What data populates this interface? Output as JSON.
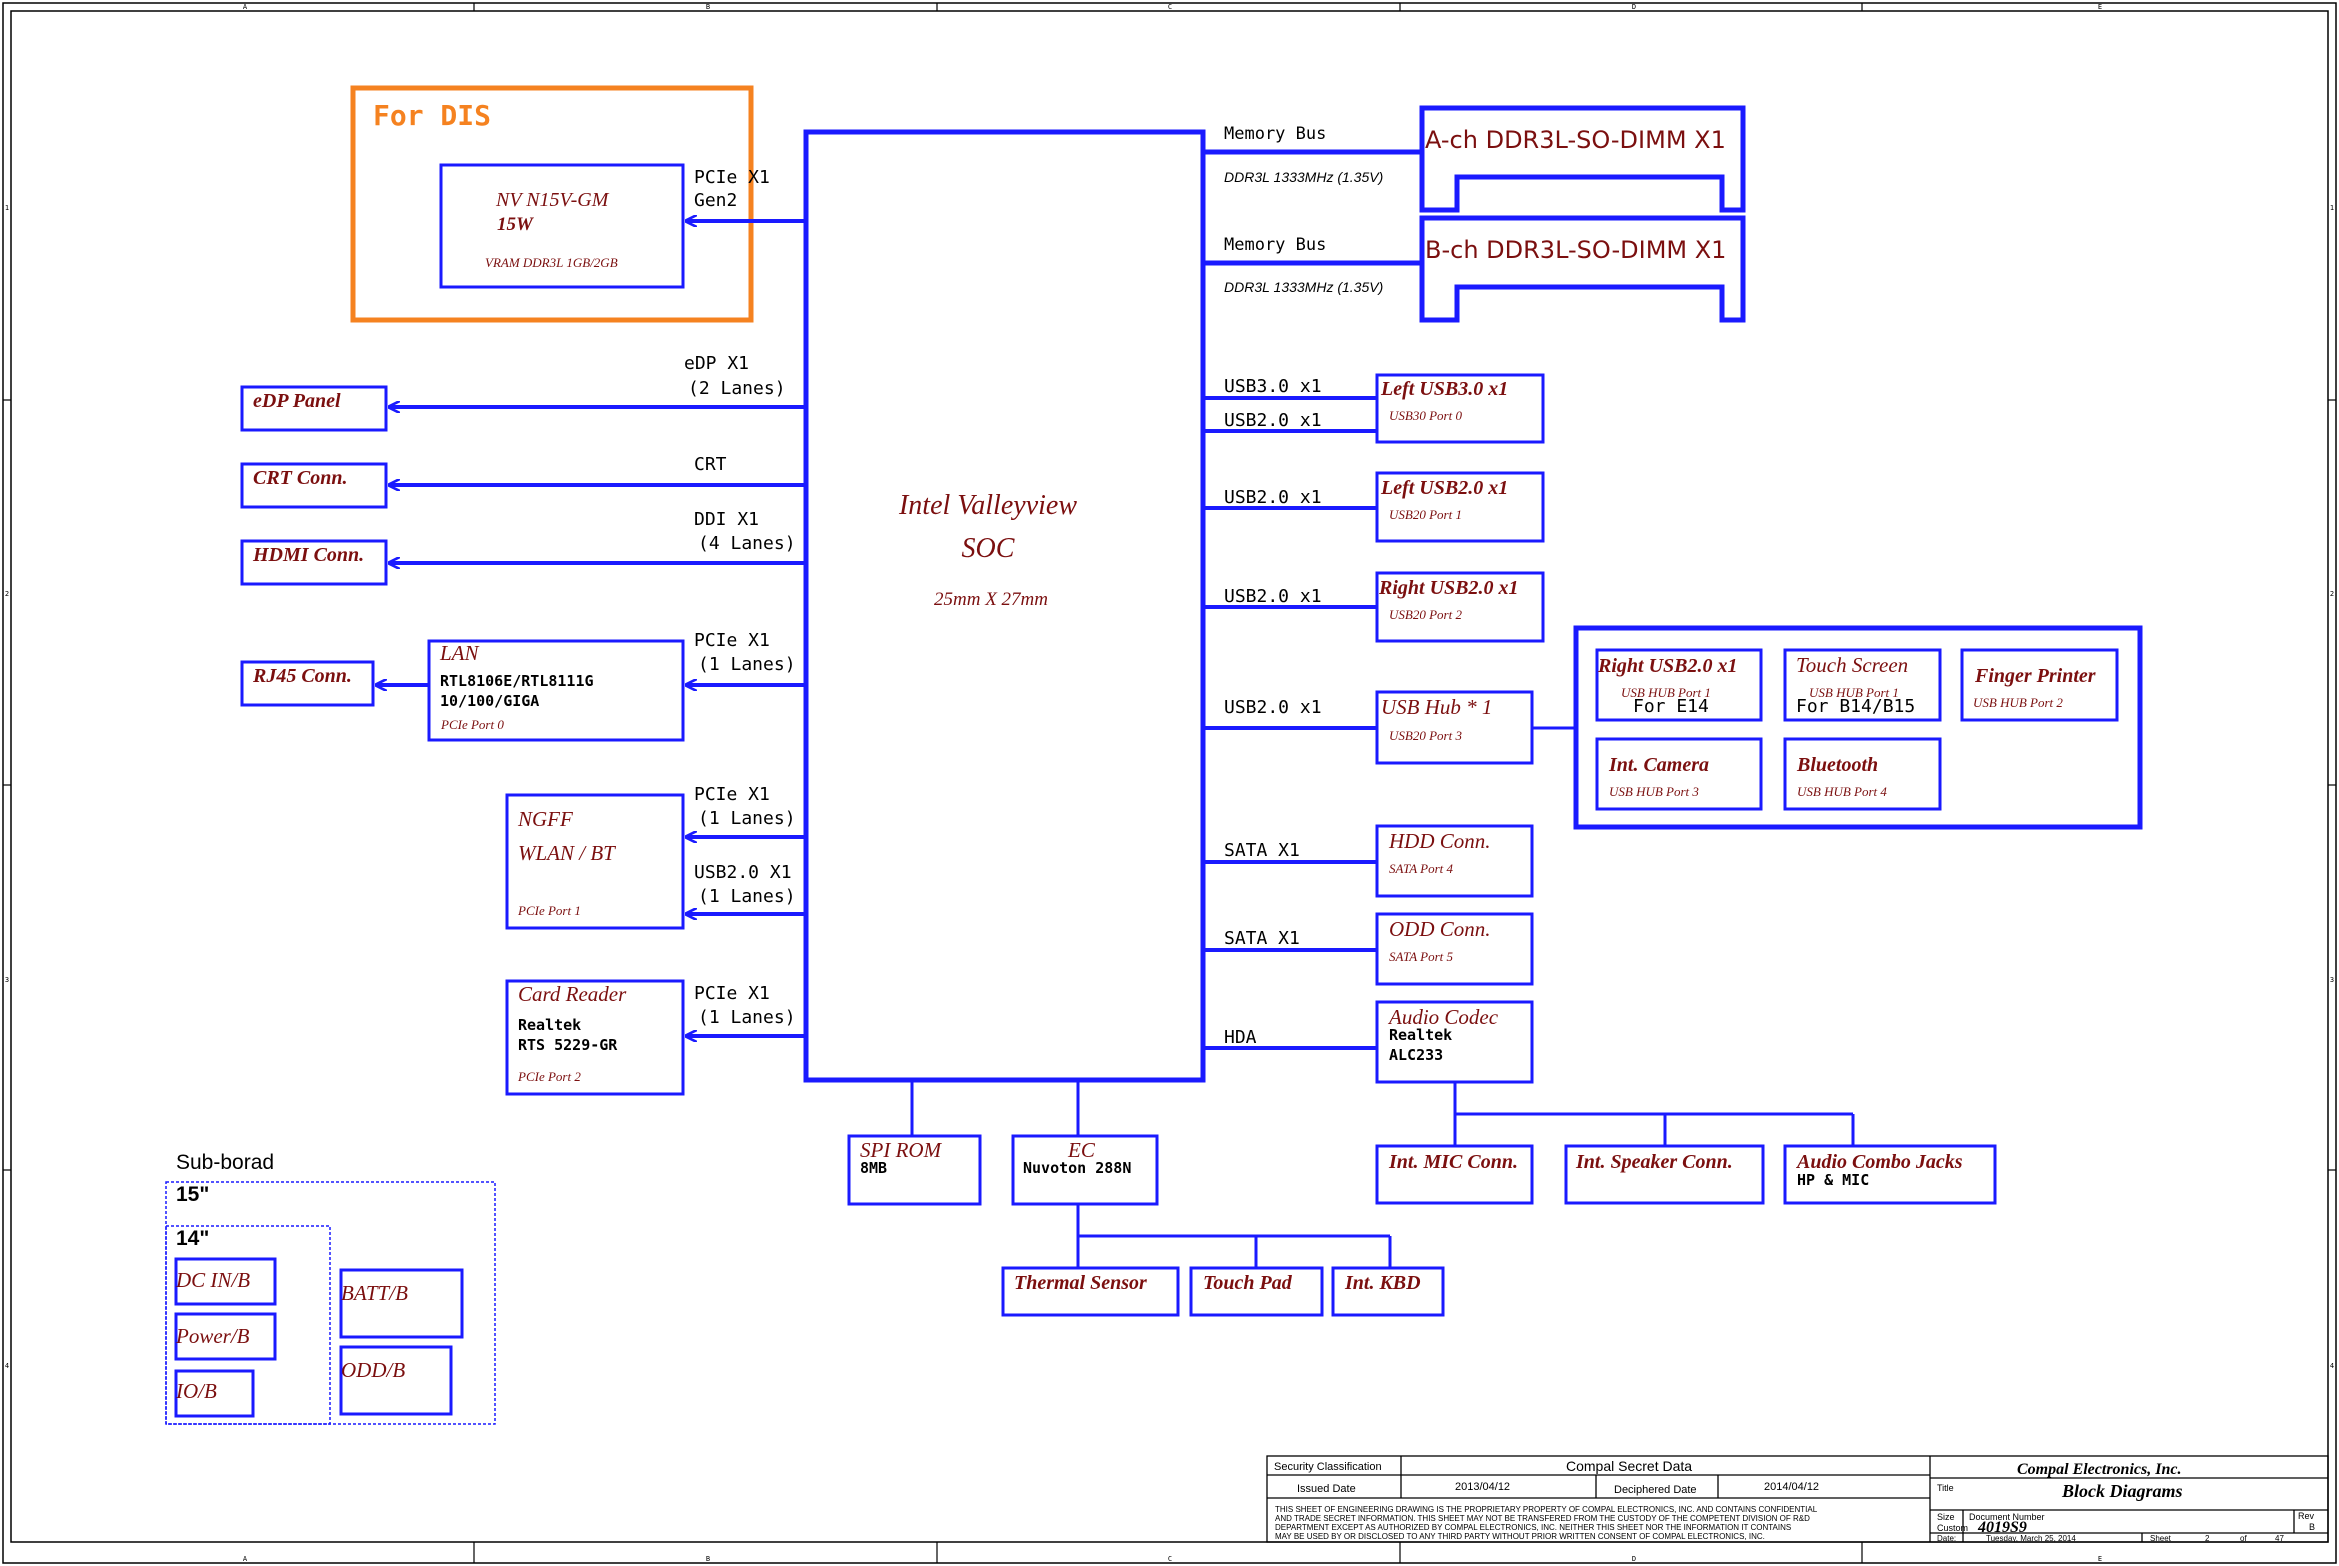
{
  "border": {
    "top_letters": [
      "A",
      "B",
      "C",
      "D",
      "E"
    ],
    "bottom_letters": [
      "A",
      "B",
      "C",
      "D",
      "E"
    ],
    "side_numbers": [
      "1",
      "2",
      "3",
      "4"
    ]
  },
  "soc": {
    "line1": "Intel Valleyview",
    "line2": "SOC",
    "size": "25mm X 27mm"
  },
  "for_dis": {
    "label": "For DIS",
    "gpu_line1": "NV N15V-GM",
    "gpu_line2": "15W",
    "vram": "VRAM DDR3L 1GB/2GB",
    "bus_line1": "PCIe X1",
    "bus_line2": "Gen2"
  },
  "memory": [
    {
      "bus": "Memory Bus",
      "speed": "DDR3L 1333MHz (1.35V)",
      "slot": "A-ch DDR3L-SO-DIMM X1"
    },
    {
      "bus": "Memory Bus",
      "speed": "DDR3L 1333MHz (1.35V)",
      "slot": "B-ch DDR3L-SO-DIMM X1"
    }
  ],
  "left_blocks": {
    "edp": {
      "box": "eDP Panel",
      "bus1": "eDP X1",
      "bus2": "(2 Lanes)"
    },
    "crt": {
      "box": "CRT Conn.",
      "bus1": "CRT"
    },
    "hdmi": {
      "box": "HDMI Conn.",
      "bus1": "DDI X1",
      "bus2": "(4 Lanes)"
    },
    "rj45": {
      "box": "RJ45 Conn."
    },
    "lan": {
      "title": "LAN",
      "chip1": "RTL8106E/RTL8111G",
      "chip2": "10/100/GIGA",
      "port": "PCIe Port 0",
      "bus1": "PCIe X1",
      "bus2": "(1 Lanes)"
    },
    "ngff": {
      "title1": "NGFF",
      "title2": "WLAN / BT",
      "port": "PCIe Port 1",
      "bus1": "PCIe X1",
      "bus2": "(1 Lanes)",
      "bus3": "USB2.0 X1",
      "bus4": "(1 Lanes)"
    },
    "card": {
      "title": "Card Reader",
      "chip1": "Realtek",
      "chip2": "RTS 5229-GR",
      "port": "PCIe Port 2",
      "bus1": "PCIe X1",
      "bus2": "(1 Lanes)"
    }
  },
  "right_blocks": {
    "usb_l3": {
      "bus1": "USB3.0 x1",
      "bus2": "USB2.0 x1",
      "title": "Left USB3.0 x1",
      "port": "USB30 Port 0"
    },
    "usb_l2": {
      "bus": "USB2.0 x1",
      "title": "Left USB2.0 x1",
      "port": "USB20 Port 1"
    },
    "usb_r2": {
      "bus": "USB2.0 x1",
      "title": "Right USB2.0 x1",
      "port": "USB20 Port 2"
    },
    "hub": {
      "bus": "USB2.0 x1",
      "title": "USB Hub * 1",
      "port": "USB20 Port 3"
    },
    "hdd": {
      "bus": "SATA X1",
      "title": "HDD Conn.",
      "port": "SATA Port 4"
    },
    "odd": {
      "bus": "SATA X1",
      "title": "ODD Conn.",
      "port": "SATA Port 5"
    },
    "audio": {
      "bus": "HDA",
      "title": "Audio Codec",
      "chip1": "Realtek",
      "chip2": "ALC233"
    }
  },
  "hub_children": {
    "right_usb": {
      "title": "Right USB2.0 x1",
      "port": "USB HUB Port 1",
      "note": "For E14"
    },
    "touch": {
      "title": "Touch Screen",
      "port": "USB HUB Port 1",
      "note": "For B14/B15"
    },
    "finger": {
      "title": "Finger Printer",
      "port": "USB HUB Port 2"
    },
    "camera": {
      "title": "Int. Camera",
      "port": "USB HUB Port 3"
    },
    "bt": {
      "title": "Bluetooth",
      "port": "USB HUB Port 4"
    }
  },
  "audio_children": {
    "mic": "Int. MIC Conn.",
    "spk": "Int. Speaker Conn.",
    "jack": "Audio Combo Jacks",
    "jack_sub": "HP & MIC"
  },
  "bottom": {
    "spi": {
      "title": "SPI ROM",
      "sub": "8MB"
    },
    "ec": {
      "title": "EC",
      "sub": "Nuvoton 288N"
    },
    "thermal": "Thermal Sensor",
    "touchpad": "Touch Pad",
    "kbd": "Int. KBD"
  },
  "subboard": {
    "title": "Sub-borad",
    "label15": "15\"",
    "label14": "14\"",
    "dcin": "DC IN/B",
    "power": "Power/B",
    "io": "IO/B",
    "batt": "BATT/B",
    "odd": "ODD/B"
  },
  "titleblock": {
    "security": "Security Classification",
    "secret": "Compal Secret Data",
    "issued": "Issued Date",
    "issued_val": "2013/04/12",
    "deciphered": "Deciphered Date",
    "deciphered_val": "2014/04/12",
    "company": "Compal Electronics, Inc.",
    "title_lbl": "Title",
    "title_val": "Block Diagrams",
    "size_lbl": "Size",
    "size_val": "Custom",
    "docnum_lbl": "Document Number",
    "docnum_val": "4019S9",
    "rev_lbl": "Rev",
    "rev_val": "B",
    "date_lbl": "Date:",
    "date_val": "Tuesday, March 25, 2014",
    "sheet_lbl": "Sheet",
    "sheet_val": "2",
    "of_lbl": "of",
    "of_val": "47",
    "notice1": "THIS SHEET OF ENGINEERING DRAWING IS THE PROPRIETARY PROPERTY OF COMPAL ELECTRONICS, INC. AND CONTAINS CONFIDENTIAL",
    "notice2": "AND TRADE SECRET INFORMATION. THIS SHEET MAY NOT BE TRANSFERED FROM THE CUSTODY OF THE COMPETENT DIVISION OF R&D",
    "notice3": "DEPARTMENT EXCEPT AS AUTHORIZED BY COMPAL ELECTRONICS, INC. NEITHER THIS SHEET NOR THE INFORMATION IT CONTAINS",
    "notice4": "MAY BE USED BY OR DISCLOSED TO ANY THIRD PARTY WITHOUT PRIOR WRITTEN CONSENT OF COMPAL ELECTRONICS, INC."
  },
  "colors": {
    "block": "#1a1aff",
    "title": "#7b0f0f",
    "dis": "#f58220",
    "text": "#000000"
  }
}
